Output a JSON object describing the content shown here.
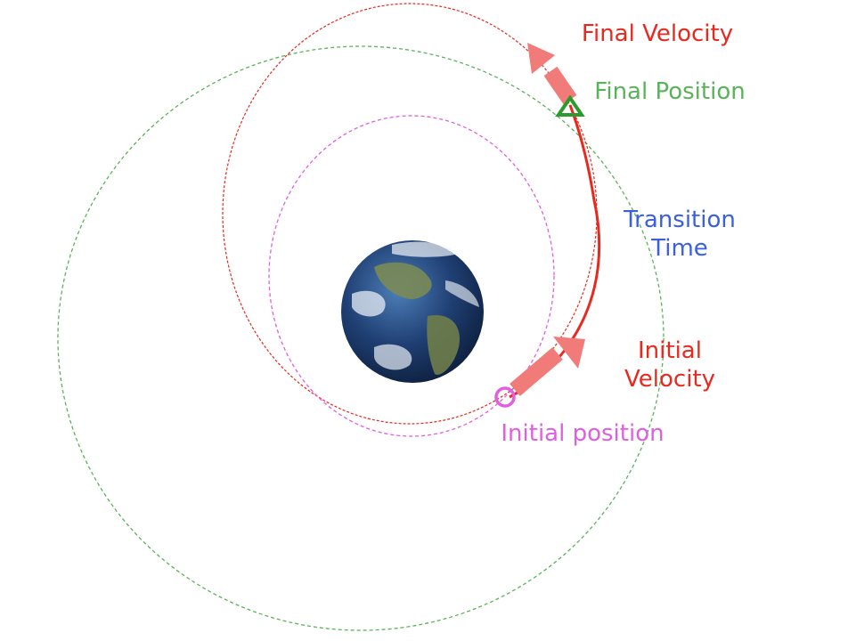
{
  "labels": {
    "final_velocity": "Final Velocity",
    "final_position": "Final Position",
    "transition_line1": "Transition",
    "transition_line2": "Time",
    "initial_velocity_line1": "Initial",
    "initial_velocity_line2": "Velocity",
    "initial_position": "Initial position"
  },
  "colors": {
    "red": "#e8291f",
    "arrow_red": "#f07b78",
    "green": "#5ab35a",
    "green_marker": "#2c9a2c",
    "magenta": "#e05ee0",
    "blue": "#3a5fe0",
    "ocean": "#1f3f73"
  },
  "icons": {
    "planet": "earth-icon",
    "initial_marker": "circle-marker-icon",
    "final_marker": "triangle-marker-icon"
  }
}
